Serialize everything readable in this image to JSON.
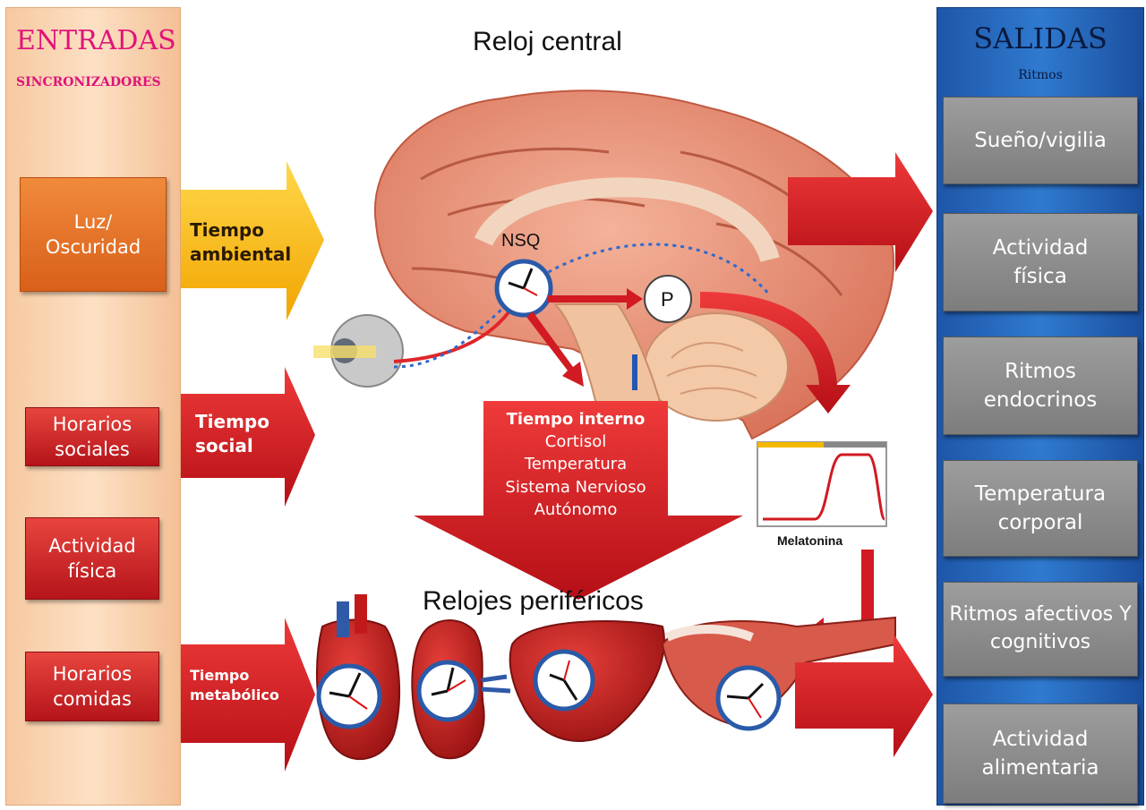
{
  "inputs": {
    "title": "ENTRADAS",
    "subtitle": "SINCRONIZADORES",
    "items": [
      "Luz/ Oscuridad",
      "Horarios sociales",
      "Actividad física",
      "Horarios comidas"
    ]
  },
  "arrows": {
    "ambiental": "Tiempo ambiental",
    "social": "Tiempo social",
    "metabolico": "Tiempo metabólico"
  },
  "center": {
    "central_clock": "Reloj central",
    "nsq": "NSQ",
    "p": "P",
    "peripheral_clocks": "Relojes periféricos",
    "melatonina": "Melatonina",
    "internal_time": {
      "heading": "Tiempo interno",
      "items": [
        "Cortisol",
        "Temperatura",
        "Sistema Nervioso",
        "Autónomo"
      ]
    }
  },
  "outputs": {
    "title": "SALIDAS",
    "subtitle": "Ritmos",
    "items": [
      "Sueño/vigilia",
      "Actividad física",
      "Ritmos endocrinos",
      "Temperatura corporal",
      "Ritmos afectivos Y cognitivos",
      "Actividad alimentaria"
    ]
  },
  "colors": {
    "input_title": "#e0137a",
    "orange_box": "#e2701f",
    "red_box": "#c8202a",
    "output_box": "#8a8a8a",
    "right_column": "#2a6cc4",
    "yellow_arrow": "#f7b500"
  }
}
